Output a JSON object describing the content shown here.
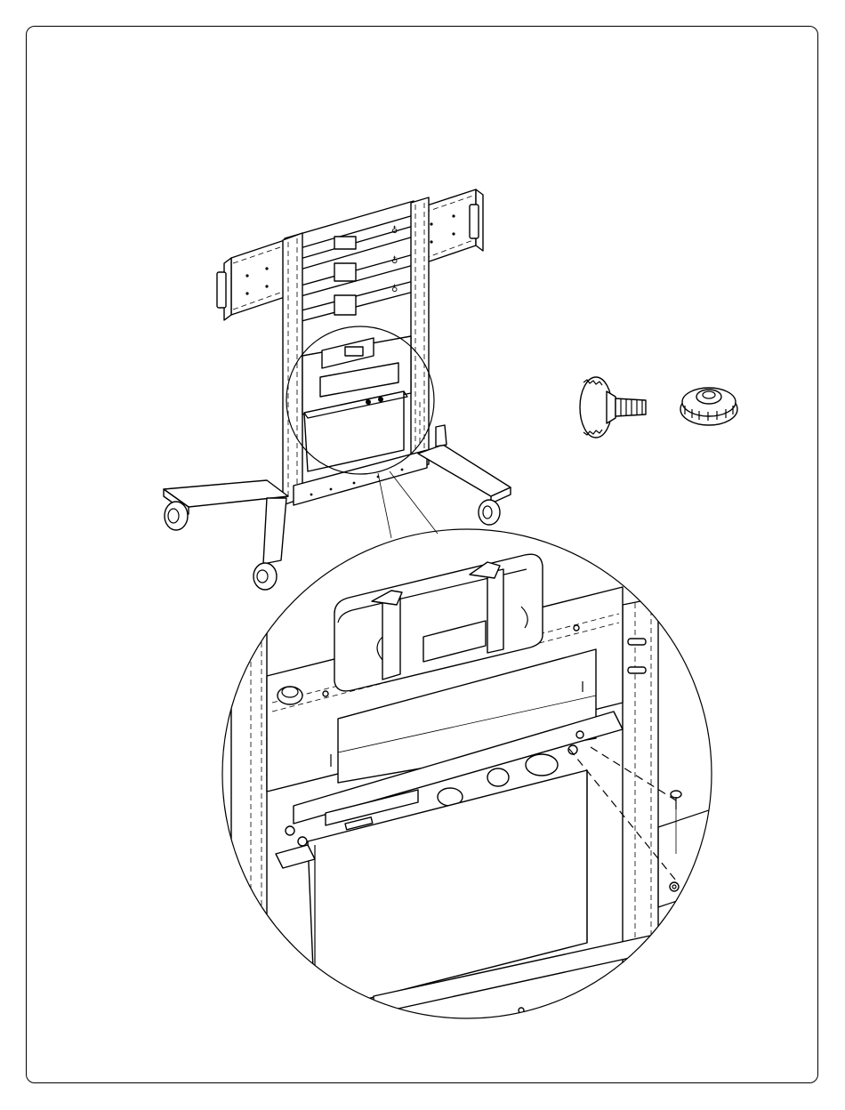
{
  "figure": {
    "kind": "assembly-illustration",
    "parts": [
      "mobile-display-stand",
      "equipment-shelf",
      "strap-box",
      "thumb-screw",
      "knurled-nut",
      "detail-magnifier"
    ]
  },
  "colors": {
    "line": "#000000",
    "paper": "#ffffff"
  }
}
